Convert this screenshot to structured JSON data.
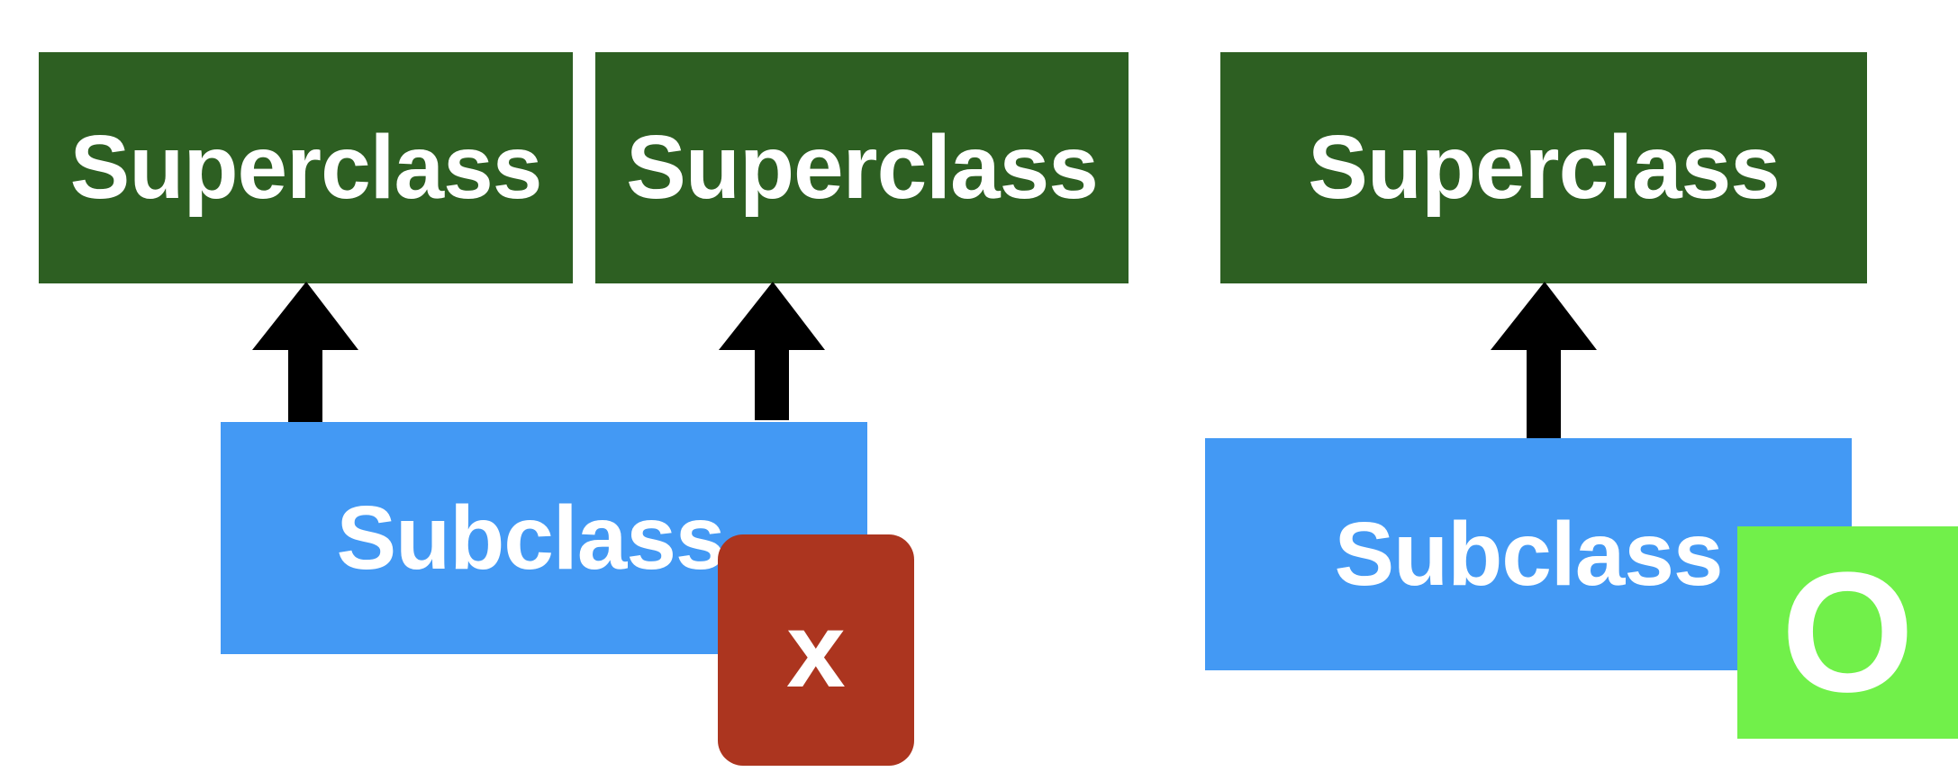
{
  "diagram": {
    "left_group": {
      "superclass_a": "Superclass",
      "superclass_b": "Superclass",
      "subclass": "Subclass",
      "verdict": "x"
    },
    "right_group": {
      "superclass": "Superclass",
      "subclass": "Subclass",
      "verdict": "O"
    }
  },
  "colors": {
    "superclass_fill": "#2d5f22",
    "subclass_fill": "#4399f4",
    "arrow": "#000000",
    "x_badge": "#ac351f",
    "o_badge": "#71f04a",
    "text": "#ffffff"
  }
}
